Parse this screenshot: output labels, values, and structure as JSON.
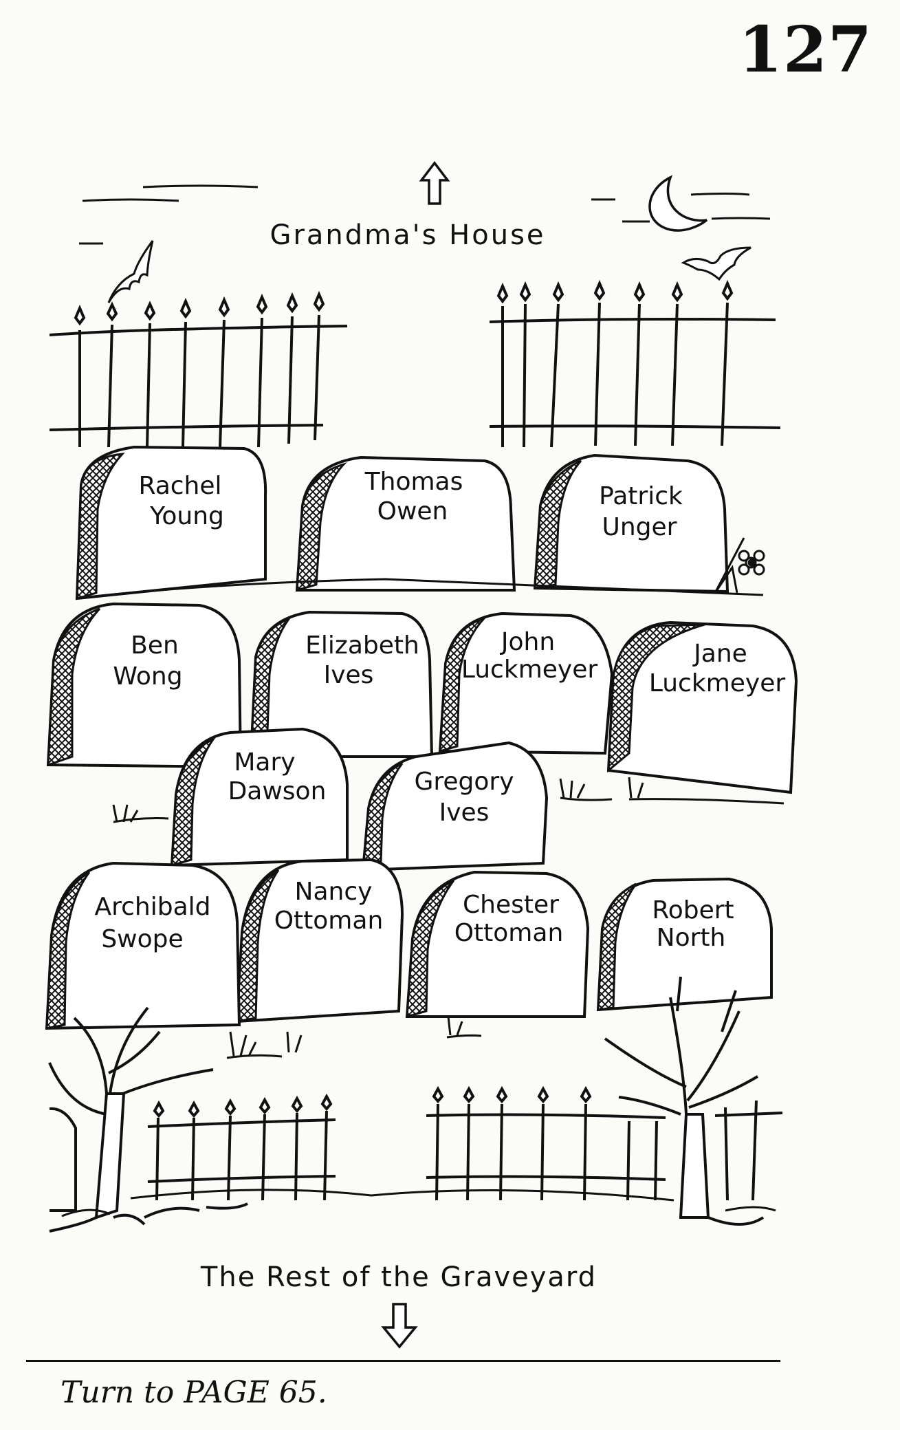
{
  "page_number": "127",
  "top_label": "Grandma's House",
  "bottom_label": "The Rest of the Graveyard",
  "tombstones": [
    {
      "first": "Rachel",
      "last": "Young"
    },
    {
      "first": "Thomas",
      "last": "Owen"
    },
    {
      "first": "Patrick",
      "last": "Unger"
    },
    {
      "first": "Ben",
      "last": "Wong"
    },
    {
      "first": "Elizabeth",
      "last": "Ives"
    },
    {
      "first": "John",
      "last": "Luckmeyer"
    },
    {
      "first": "Jane",
      "last": "Luckmeyer"
    },
    {
      "first": "Mary",
      "last": "Dawson"
    },
    {
      "first": "Gregory",
      "last": "Ives"
    },
    {
      "first": "Archibald",
      "last": "Swope"
    },
    {
      "first": "Nancy",
      "last": "Ottoman"
    },
    {
      "first": "Chester",
      "last": "Ottoman"
    },
    {
      "first": "Robert",
      "last": "North"
    }
  ],
  "footer": {
    "instruction": "Turn to PAGE 65."
  },
  "icons": {
    "up_arrow": "up-arrow-icon",
    "down_arrow": "down-arrow-icon",
    "moon": "crescent-moon-icon",
    "bat": "bat-icon",
    "flower": "flower-icon"
  }
}
